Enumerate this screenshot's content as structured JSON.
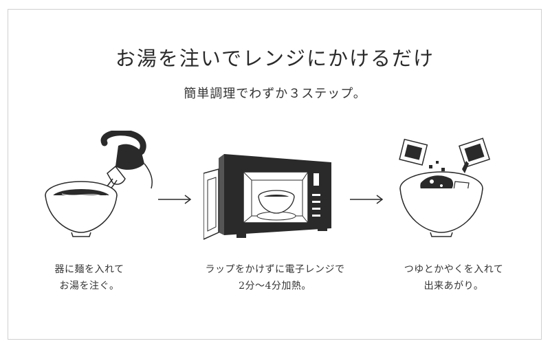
{
  "title": "お湯を注いでレンジにかけるだけ",
  "subtitle": "簡単調理でわずか３ステップ。",
  "steps": [
    {
      "line1": "器に麺を入れて",
      "line2": "お湯を注ぐ。",
      "icon": "kettle-bowl-icon"
    },
    {
      "line1": "ラップをかけずに電子レンジで",
      "line2": "2分〜4分加熱。",
      "icon": "microwave-icon"
    },
    {
      "line1": "つゆとかやくを入れて",
      "line2": "出来あがり。",
      "icon": "finished-noodle-bowl-icon"
    }
  ],
  "colors": {
    "ink": "#2a2a2a",
    "frame": "#cfcfcf",
    "background": "#ffffff"
  }
}
